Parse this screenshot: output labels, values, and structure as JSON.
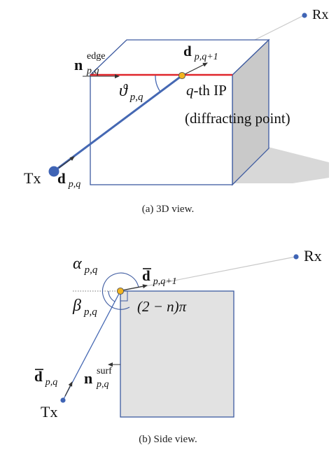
{
  "colors": {
    "edge": "#e0262b",
    "ray": "#4568b3",
    "box_stroke": "#3d5aa0",
    "side_face": "#c9c9c9",
    "shadow": "#d8d8d8",
    "ip_fill": "#f2b420",
    "node": "#3f64b5",
    "gray_ray": "#c8c8c8",
    "panel_fill": "#e2e2e2"
  },
  "top": {
    "rx_label": "Rx",
    "tx_label": "Tx",
    "n_edge_base": "n",
    "n_edge_sup": "edge",
    "n_edge_sub": "p,q",
    "d_next_base": "d",
    "d_next_sub": "p,q+1",
    "theta_base": "ϑ",
    "theta_sub": "p,q",
    "ip_q": "q",
    "ip_rest": "-th IP",
    "ip_desc": "(diffracting point)",
    "d_base": "d",
    "d_sub": "p,q",
    "caption": "(a) 3D view."
  },
  "bottom": {
    "rx_label": "Rx",
    "tx_label": "Tx",
    "alpha_base": "α",
    "alpha_sub": "p,q",
    "beta_base": "β",
    "beta_sub": "p,q",
    "d_next_base": "d",
    "d_next_sub": "p,q+1",
    "wedge_angle": "(2 − n)π",
    "d_base": "d",
    "d_sub": "p,q",
    "n_surf_base": "n",
    "n_surf_sup": "surf",
    "n_surf_sub": "p,q",
    "caption": "(b) Side view."
  }
}
